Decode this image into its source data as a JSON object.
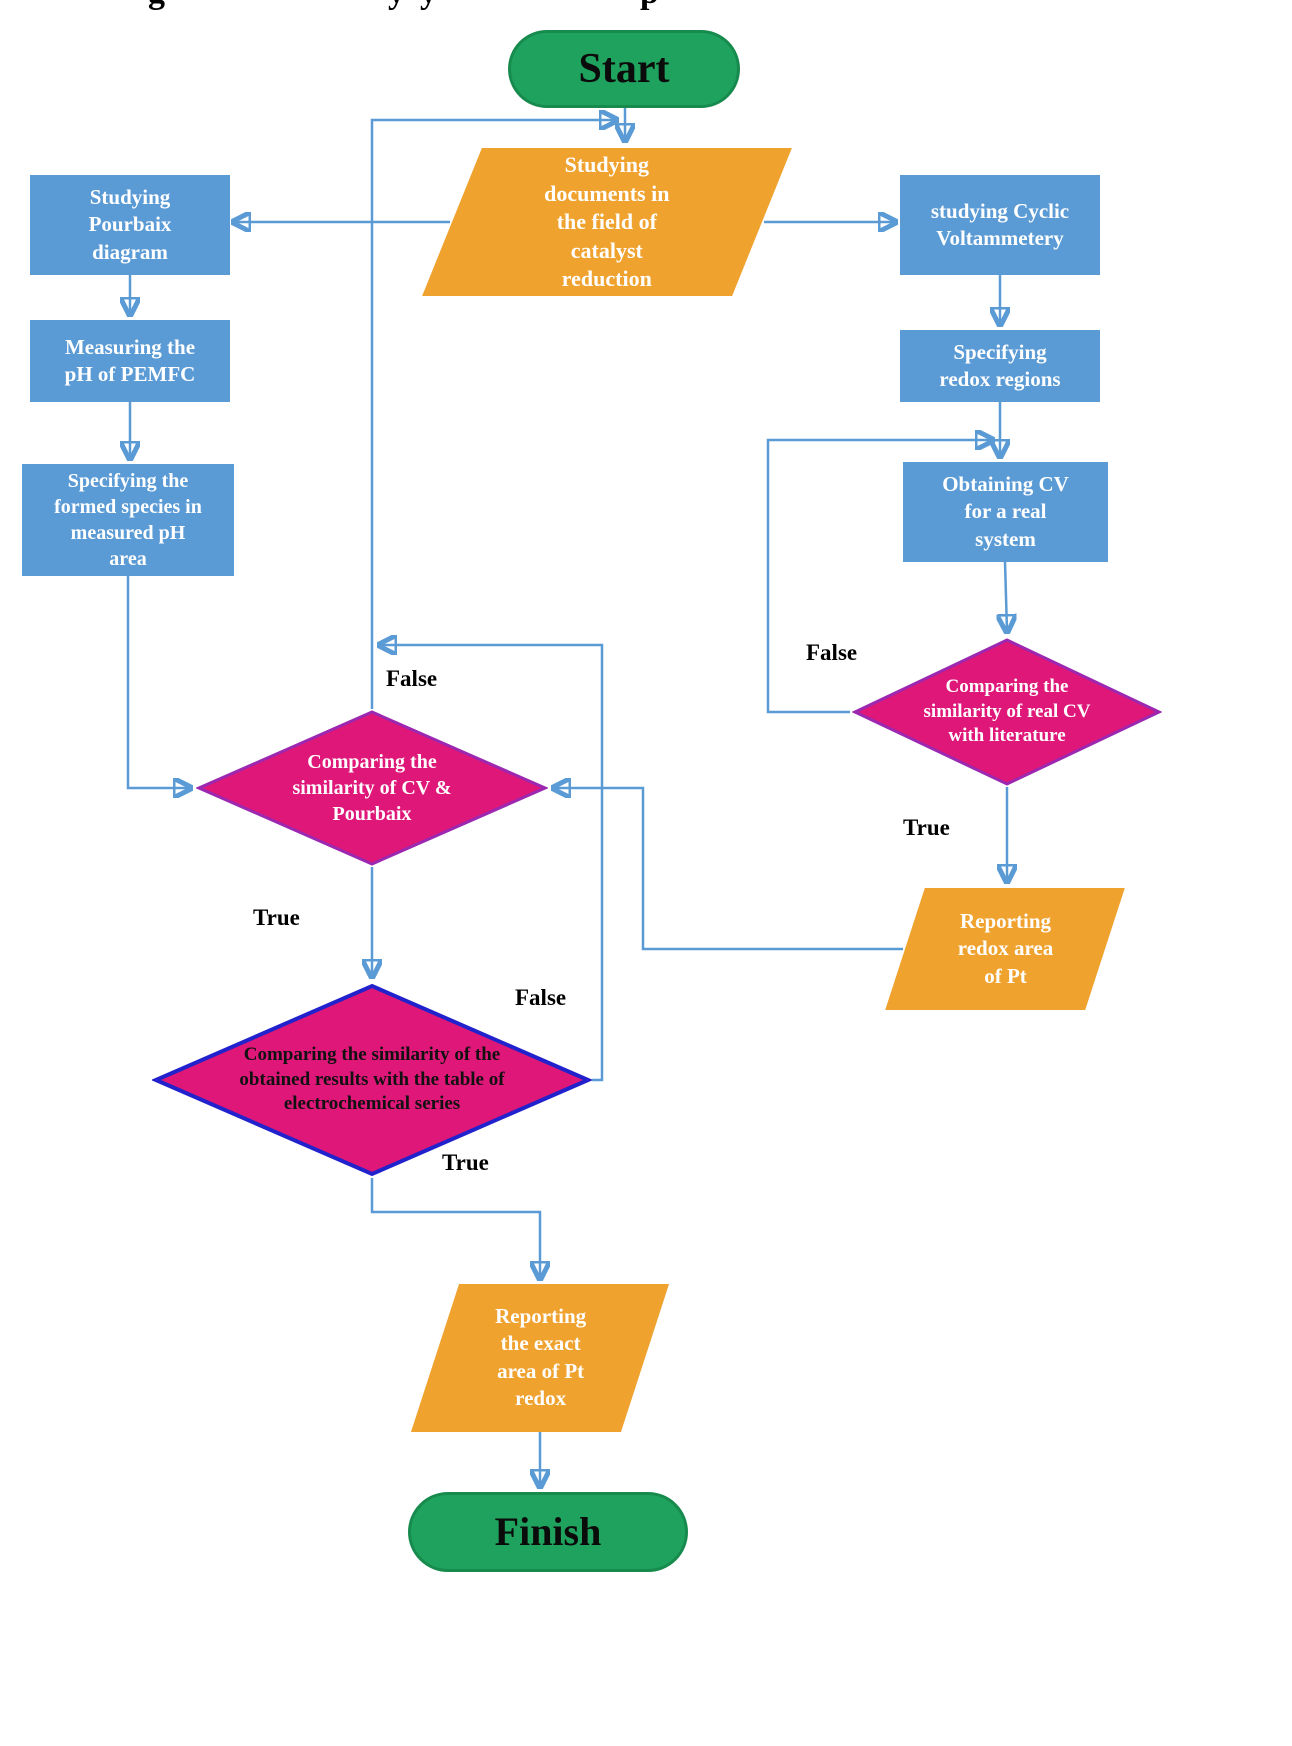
{
  "figure": {
    "caption_fragments": [
      "g",
      "y",
      "y",
      "p"
    ]
  },
  "palette": {
    "terminator_green": "#1FA25E",
    "process_blue": "#5B9BD5",
    "io_orange": "#F0A22F",
    "decision_pink": "#DE1778",
    "decision_border_purple": "#9C27B0",
    "decision_border_blue": "#2222CC",
    "connector_blue": "#5B9BD5"
  },
  "nodes": {
    "start": "Start",
    "studying_documents": "Studying documents in the field of catalyst reduction",
    "studying_pourbaix": "Studying Pourbaix diagram",
    "measuring_ph": "Measuring the pH of PEMFC",
    "specifying_species": "Specifying the formed species in measured pH area",
    "studying_cyclic": "studying Cyclic Voltammetery",
    "specifying_redox": "Specifying redox regions",
    "obtaining_cv": "Obtaining CV for a real system",
    "comparing_real_cv": "Comparing the similarity of real CV with literature",
    "reporting_redox": "Reporting redox area of Pt",
    "comparing_cv_pourbaix": "Comparing the similarity of CV & Pourbaix",
    "comparing_results": "Comparing the similarity of the obtained results with the table of electrochemical series",
    "reporting_exact": "Reporting the exact area of Pt redox",
    "finish": "Finish"
  },
  "branch_labels": {
    "real_cv_false": "False",
    "real_cv_true": "True",
    "cv_pourbaix_false": "False",
    "cv_pourbaix_true": "True",
    "results_false": "False",
    "results_true": "True"
  }
}
